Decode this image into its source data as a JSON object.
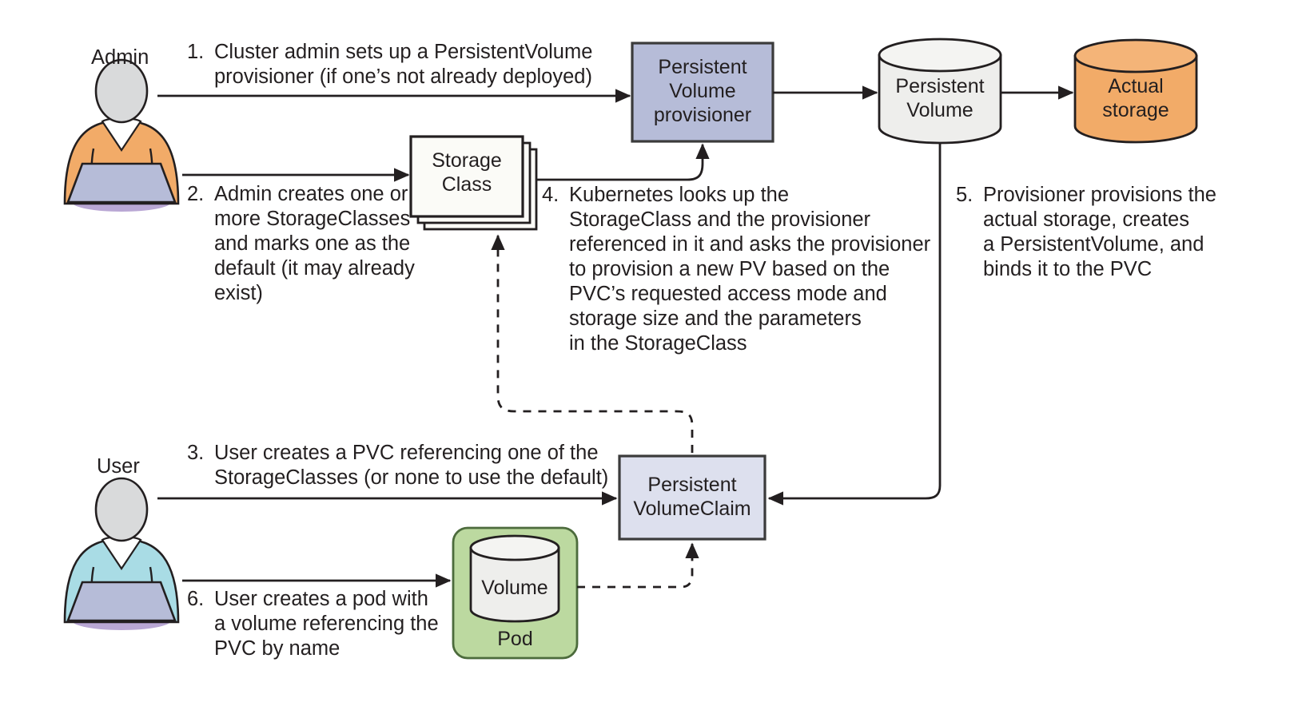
{
  "diagram": {
    "title": "Kubernetes dynamic PersistentVolume provisioning flow",
    "actors": {
      "admin": {
        "label": "Admin",
        "shirt_color": "#f2ab68",
        "head_color": "#d9dadb",
        "laptop_color": "#b6bcd8",
        "shadow_color": "#b9a7d4"
      },
      "user": {
        "label": "User",
        "shirt_color": "#a9dce5",
        "head_color": "#d9dadb",
        "laptop_color": "#b6bcd8",
        "shadow_color": "#b9a7d4"
      }
    },
    "nodes": {
      "provisioner": {
        "label": "Persistent\nVolume\nprovisioner",
        "fill": "#b6bcd8",
        "stroke": "#3b3b3b",
        "shape": "rect"
      },
      "persistent_volume": {
        "label": "Persistent\nVolume",
        "fill": "#eeeeec",
        "stroke": "#231f20",
        "shape": "cylinder"
      },
      "actual_storage": {
        "label": "Actual\nstorage",
        "fill": "#f2ab68",
        "stroke": "#231f20",
        "shape": "cylinder"
      },
      "storage_class": {
        "label": "Storage\nClass",
        "fill": "#fbfbf7",
        "stroke": "#231f20",
        "shape": "stack"
      },
      "pvc": {
        "label": "Persistent\nVolumeClaim",
        "fill": "#dde0ee",
        "stroke": "#3b3b3b",
        "shape": "rect"
      },
      "pod": {
        "label": "Pod",
        "fill": "#bcd9a0",
        "stroke": "#4c6b3c",
        "shape": "rounded-rect"
      },
      "volume": {
        "label": "Volume",
        "fill": "#eeeeec",
        "stroke": "#231f20",
        "shape": "cylinder"
      }
    },
    "steps": [
      {
        "num": "1.",
        "text": "Cluster admin sets up a PersistentVolume\nprovisioner (if one’s not already deployed)"
      },
      {
        "num": "2.",
        "text": "Admin creates one or\nmore StorageClasses\nand marks one as the\ndefault (it may already\nexist)"
      },
      {
        "num": "3.",
        "text": "User creates a PVC referencing one of the\nStorageClasses (or none to use the default)"
      },
      {
        "num": "4.",
        "text": "Kubernetes looks up the\nStorageClass and the provisioner\nreferenced in it and asks the provisioner\nto provision a new PV based on the\nPVC’s requested access mode and\nstorage size and the parameters\nin the StorageClass"
      },
      {
        "num": "5.",
        "text": "Provisioner provisions the\nactual storage, creates\na PersistentVolume, and\nbinds it to the PVC"
      },
      {
        "num": "6.",
        "text": "User creates a pod with\na volume referencing the\nPVC by name"
      }
    ],
    "connectors": [
      {
        "name": "admin-to-provisioner",
        "style": "solid",
        "arrow": "end"
      },
      {
        "name": "admin-to-storageclass",
        "style": "solid",
        "arrow": "end"
      },
      {
        "name": "storageclass-to-provisioner",
        "style": "solid",
        "arrow": "end"
      },
      {
        "name": "provisioner-to-pv",
        "style": "solid",
        "arrow": "end"
      },
      {
        "name": "pv-to-actual-storage",
        "style": "solid",
        "arrow": "end"
      },
      {
        "name": "pv-to-pvc",
        "style": "solid",
        "arrow": "end"
      },
      {
        "name": "user-to-pvc",
        "style": "solid",
        "arrow": "end"
      },
      {
        "name": "user-to-pod",
        "style": "solid",
        "arrow": "end"
      },
      {
        "name": "pvc-to-storageclass",
        "style": "dashed",
        "arrow": "end"
      },
      {
        "name": "volume-to-pvc",
        "style": "dashed",
        "arrow": "end"
      }
    ]
  }
}
